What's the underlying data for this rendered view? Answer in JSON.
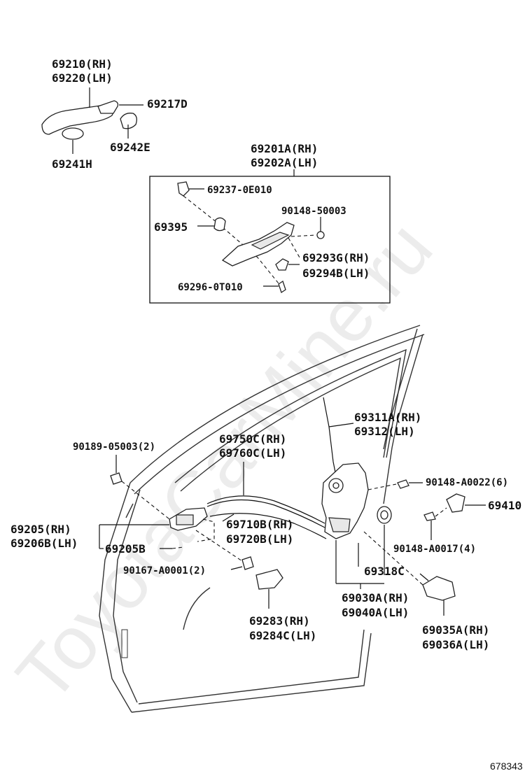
{
  "watermark": "ToyotaCarMine.ru",
  "diagram_ref": "678343",
  "labels": {
    "outer_handle_rh": "69210(RH)",
    "outer_handle_lh": "69220(LH)",
    "p69217d": "69217D",
    "p69242e": "69242E",
    "p69241h": "69241H",
    "frame_rh": "69201A(RH)",
    "frame_lh": "69202A(LH)",
    "p69237": "69237-0E010",
    "p90148_50003": "90148-50003",
    "p69395": "69395",
    "p69293g": "69293G(RH)",
    "p69294b": "69294B(LH)",
    "p69296": "69296-0T010",
    "rod_rh": "69311A(RH)",
    "rod_lh": "69312(LH)",
    "p90189": "90189-05003(2)",
    "cable_rh": "69750C(RH)",
    "cable_lh": "69760C(LH)",
    "p90148_a0022": "90148-A0022(6)",
    "p69410": "69410",
    "inner_rh": "69205(RH)",
    "inner_lh": "69206B(LH)",
    "cable2_rh": "69710B(RH)",
    "cable2_lh": "69720B(LH)",
    "p69205b": "69205B",
    "p90148_a0017": "90148-A0017(4)",
    "p90167": "90167-A0001(2)",
    "p69318c": "69318C",
    "lock_rh": "69030A(RH)",
    "lock_lh": "69040A(LH)",
    "cover_rh": "69283(RH)",
    "cover_lh": "69284C(LH)",
    "striker_rh": "69035A(RH)",
    "striker_lh": "69036A(LH)"
  }
}
